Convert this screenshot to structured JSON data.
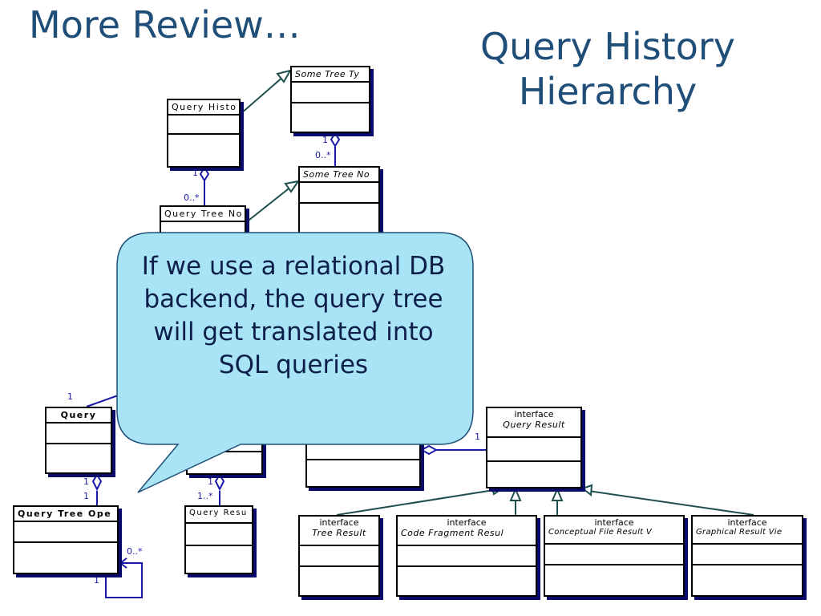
{
  "slide_title": "More Review…",
  "diagram_title_line1": "Query History",
  "diagram_title_line2": "Hierarchy",
  "callout": "If we use a relational DB backend, the query tree will get translated into SQL queries",
  "classes": {
    "some_tree_type": "Some Tree Ty",
    "query_history": "Query Histo",
    "some_tree_node": "Some Tree No",
    "query_tree_node": "Query Tree No",
    "query": "Query",
    "query_tree_operator": "Query Tree Ope",
    "query_result_set": "Query Resu",
    "query_result_stereotype": "interface",
    "query_result": "Query Result",
    "tree_result_stereotype": "interface",
    "tree_result": "Tree Result",
    "code_fragment_stereotype": "interface",
    "code_fragment_result": "Code Fragment Resul",
    "conceptual_file_stereotype": "interface",
    "conceptual_file_result": "Conceptual File Result V",
    "graphical_stereotype": "interface",
    "graphical_result": "Graphical Result Vie"
  },
  "multiplicities": {
    "tree_type_one": "1",
    "tree_type_many": "0..*",
    "history_one": "1",
    "history_many": "0..*",
    "query_one": "1",
    "query_op_top_one": "1",
    "query_op_bottom_one": "1",
    "result_set_top_one": "1",
    "result_set_many": "1..*",
    "query_result_one": "1",
    "self_many": "0..*",
    "self_one": "1"
  },
  "colors": {
    "title": "#1f4e79",
    "callout_fill": "#a8e4f6",
    "callout_stroke": "#1f4e79",
    "association": "#1a1aaa",
    "generalization": "#1e4f4f",
    "class_shadow": "#0a0a6a"
  }
}
